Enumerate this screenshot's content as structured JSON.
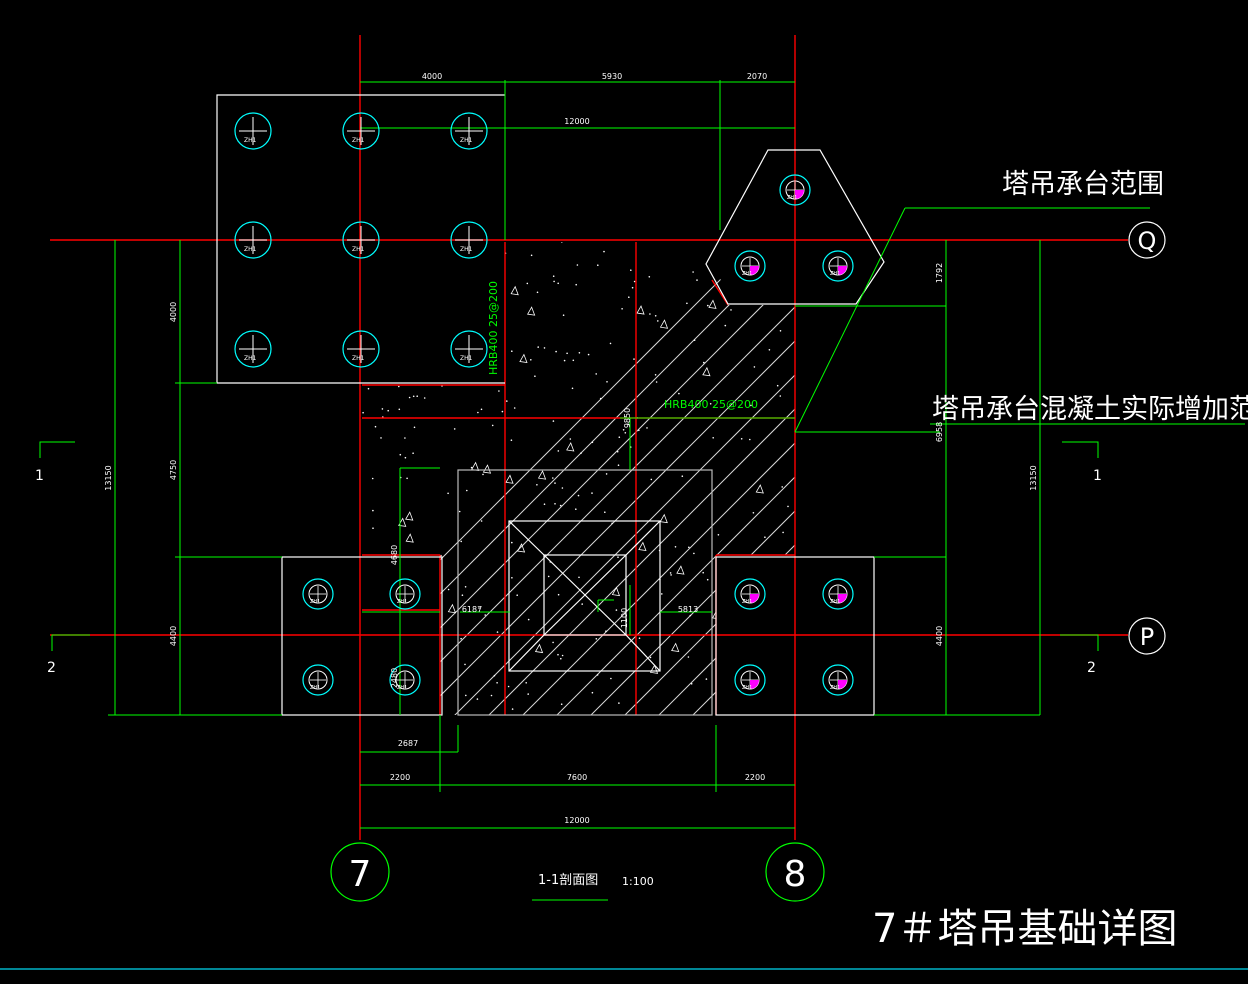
{
  "title": "7＃塔吊基础详图",
  "labels": {
    "crane_platform_range": "塔吊承台范围",
    "concrete_increase_range": "塔吊承台混凝土实际增加范围",
    "section_title": "1-1剖面图",
    "section_scale": "1:100"
  },
  "axes": {
    "grid_7": "7",
    "grid_8": "8",
    "grid_Q": "Q",
    "grid_P": "P"
  },
  "section_marks": {
    "left_1": "1",
    "right_1": "1",
    "left_2": "2",
    "right_2": "2"
  },
  "rebar": {
    "vertical": "HRB400 25@200",
    "horizontal": "HRB400 25@200"
  },
  "dimensions": {
    "top_4000": "4000",
    "top_5930": "5930",
    "top_2070": "2070",
    "top_12000": "12000",
    "bottom_2687": "2687",
    "bottom_2200_left": "2200",
    "bottom_7600": "7600",
    "bottom_2200_right": "2200",
    "bottom_12000": "12000",
    "left_13150": "13150",
    "left_4000": "4000",
    "left_4750": "4750",
    "left_4400": "4400",
    "right_13150": "13150",
    "right_1792": "1792",
    "right_6958": "6958",
    "right_4400": "4400",
    "inner_9850": "9850",
    "inner_4680": "4680",
    "inner_6187": "6187",
    "inner_5813": "5813",
    "inner_1100": "1100",
    "inner_2480": "2480"
  },
  "pile_tag": "ZH1",
  "colors": {
    "background": "#000000",
    "red": "#ff0000",
    "white": "#ffffff",
    "green": "#00ff00",
    "cyan": "#00ffff",
    "magenta": "#ff00ff",
    "bottom_line": "#00b4c8"
  }
}
